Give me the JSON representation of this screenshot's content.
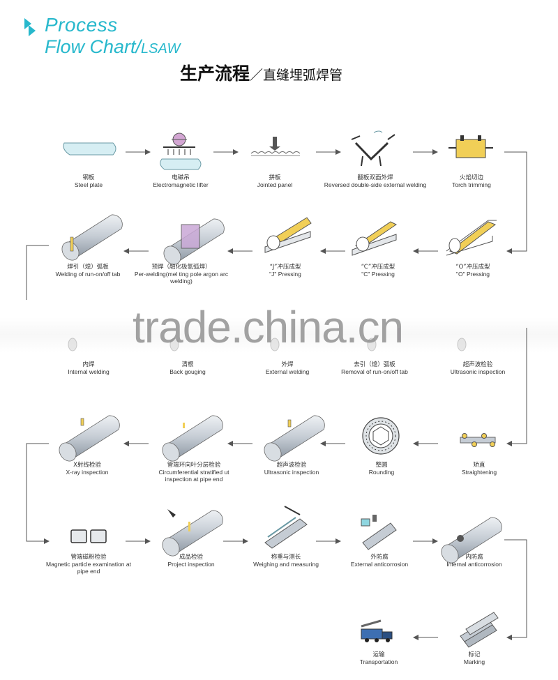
{
  "header": {
    "title_line1": "Process",
    "title_line2": "Flow Chart/",
    "title_suffix": "LSAW",
    "subtitle_cn": "生产流程",
    "subtitle_sep": "／",
    "subtitle_cn2": "直缝埋弧焊管"
  },
  "colors": {
    "accent": "#27b8cc",
    "pipe": "#c9cfd6",
    "plate": "#d6eef3",
    "yellow": "#f1cf57",
    "arrow": "#555555"
  },
  "watermark": "trade.china.cn",
  "steps": [
    {
      "cn": "钢板",
      "en": "Steel plate",
      "icon": "plate-icon"
    },
    {
      "cn": "电磁吊",
      "en": "Electromagnetic lifter",
      "icon": "lifter-icon"
    },
    {
      "cn": "拼板",
      "en": "Jointed panel",
      "icon": "joint-icon"
    },
    {
      "cn": "翻板双面外焊",
      "en": "Reversed double-side external welding",
      "icon": "reverse-icon"
    },
    {
      "cn": "火焰切边",
      "en": "Torch trimming",
      "icon": "torch-icon"
    },
    {
      "cn": "“O”冲压成型",
      "en": "\"O\" Pressing",
      "icon": "o-press-icon"
    },
    {
      "cn": "“C”冲压成型",
      "en": "\"C\" Pressing",
      "icon": "c-press-icon"
    },
    {
      "cn": "“J”冲压成型",
      "en": "\"J\" Pressing",
      "icon": "j-press-icon"
    },
    {
      "cn": "预焊（融化极氩弧焊）",
      "en": "Per-welding(mel ting pole argon arc welding)",
      "icon": "pre-weld-icon"
    },
    {
      "cn": "焊引（熄）弧板",
      "en": "Welding of run-on/off tab",
      "icon": "tab-weld-icon"
    },
    {
      "cn": "内焊",
      "en": "Internal welding",
      "icon": "internal-weld-icon"
    },
    {
      "cn": "清根",
      "en": "Back gouging",
      "icon": "gouging-icon"
    },
    {
      "cn": "外焊",
      "en": "External welding",
      "icon": "external-weld-icon"
    },
    {
      "cn": "去引（熄）弧板",
      "en": "Removal of run-on/off tab",
      "icon": "tab-removal-icon"
    },
    {
      "cn": "超声波检验",
      "en": "Ultrasonic inspection",
      "icon": "ultrasonic-icon"
    },
    {
      "cn": "矫直",
      "en": "Straightening",
      "icon": "straightening-icon"
    },
    {
      "cn": "整圆",
      "en": "Rounding",
      "icon": "rounding-icon"
    },
    {
      "cn": "超声波检验",
      "en": "Ultrasonic inspection",
      "icon": "ultrasonic-icon-2"
    },
    {
      "cn": "管端环向叶分层检验",
      "en": "Circumferential stratified ut inspection at pipe end",
      "icon": "pipe-end-ut-icon"
    },
    {
      "cn": "X射线检验",
      "en": "X-ray inspection",
      "icon": "xray-icon"
    },
    {
      "cn": "管端磁粉检验",
      "en": "Magnetic particle examination at pipe end",
      "icon": "magnetic-icon"
    },
    {
      "cn": "成品检验",
      "en": "Project inspection",
      "icon": "product-inspection-icon"
    },
    {
      "cn": "称重与测长",
      "en": "Weighing and measuring",
      "icon": "weighing-icon"
    },
    {
      "cn": "外防腐",
      "en": "External anticorrosion",
      "icon": "external-coating-icon"
    },
    {
      "cn": "内防腐",
      "en": "Internal anticorrosion",
      "icon": "internal-coating-icon"
    },
    {
      "cn": "标记",
      "en": "Marking",
      "icon": "marking-icon"
    },
    {
      "cn": "运输",
      "en": "Transportation",
      "icon": "truck-icon"
    }
  ]
}
